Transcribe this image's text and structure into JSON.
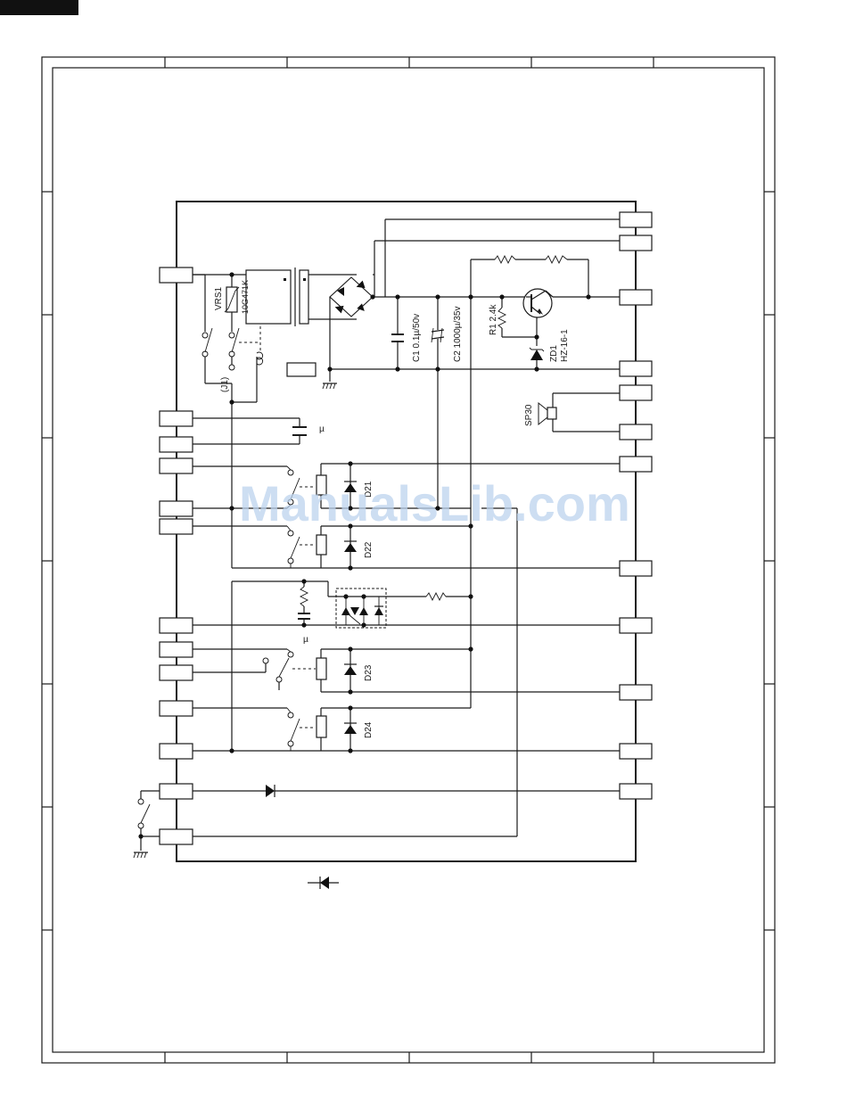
{
  "watermark": "ManualsLib.com",
  "labels": {
    "vrs1": "VRS1",
    "vrs1_value": "10G471K",
    "j1": "(J1)",
    "c1": "C1 0.1µ/50v",
    "c2": "C2 1000µ/35v",
    "r1": "R1 2.4k",
    "zd1": "ZD1",
    "zd1_part": "HZ-16-1",
    "sp30": "SP30",
    "d21": "D21",
    "d22": "D22",
    "d23": "D23",
    "d24": "D24",
    "mu_cap_top": "µ",
    "mu_cap_mid": "µ"
  }
}
